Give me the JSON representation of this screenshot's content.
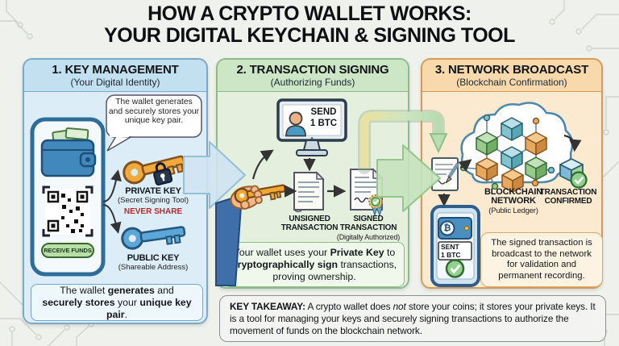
{
  "title": {
    "line1": "HOW A CRYPTO WALLET WORKS:",
    "line2": "YOUR DIGITAL KEYCHAIN & SIGNING TOOL"
  },
  "panel1": {
    "title": "1. KEY MANAGEMENT",
    "subtitle": "(Your Digital Identity)",
    "bubble": "The wallet generates and securely stores your unique key pair.",
    "receive_funds": "RECEIVE FUNDS",
    "private_key": {
      "label": "PRIVATE KEY",
      "sub": "(Secret Signing Tool)",
      "warning": "NEVER SHARE"
    },
    "public_key": {
      "label": "PUBLIC KEY",
      "sub": "(Shareable Address)"
    },
    "footer": {
      "t1": "The wallet ",
      "b1": "generates",
      "t2": " and ",
      "b2": "securely stores",
      "t3": " your ",
      "b3": "unique key pair",
      "t4": "."
    }
  },
  "panel2": {
    "title": "2. TRANSACTION SIGNING",
    "subtitle": "(Authorizing Funds)",
    "monitor": {
      "line1": "SEND",
      "line2": "1 BTC"
    },
    "unsigned": {
      "line1": "UNSIGNED",
      "line2": "TRANSACTION"
    },
    "signed": {
      "line1": "SIGNED",
      "line2": "TRANSACTION",
      "sub": "(Digitally Authorized)"
    },
    "footer": {
      "t1": "Your wallet uses your ",
      "b1": "Private Key",
      "t2": " to ",
      "b2": "cryptographically sign",
      "t3": " transactions, proving ownership."
    }
  },
  "panel3": {
    "title": "3. NETWORK BROADCAST",
    "subtitle": "(Blockchain Confirmation)",
    "network": {
      "line1": "BLOCKCHAIN",
      "line2": "NETWORK",
      "sub": "(Public Ledger)"
    },
    "confirmed": {
      "line1": "TRANSACTION",
      "line2": "CONFIRMED"
    },
    "phone": {
      "symbol": "₿",
      "sent1": "SENT",
      "sent2": "1 BTC"
    },
    "footer": "The signed transaction is broadcast to the network for validation and permanent recording."
  },
  "takeaway": {
    "b1": "KEY TAKEAWAY:",
    "t1": " A crypto wallet does ",
    "i1": "not",
    "t2": " store your coins; it stores your private keys. It is a tool for managing your keys and securely signing transactions to authorize the movement of funds on the blockchain network."
  },
  "colors": {
    "panel1_bg": "#dcedf8",
    "panel1_border": "#79aac8",
    "panel2_bg": "#e4efdd",
    "panel2_border": "#8cbc8a",
    "panel3_bg": "#fcead0",
    "panel3_border": "#d79a58",
    "private_key_gold": "#f0a830",
    "public_key_blue": "#5aa7d8",
    "warning_red": "#b52a2a",
    "confirm_green": "#8fd08f",
    "arrow_blue": "#cfe4f1",
    "arrow_green": "#c6e3bd"
  },
  "icons": {
    "phone": "smartphone-icon",
    "wallet": "wallet-icon",
    "qr": "qr-code-icon",
    "private_key": "gold-key-lock-icon",
    "public_key": "blue-key-icon",
    "monitor": "computer-monitor-icon",
    "hand_key": "hand-holding-key-icon",
    "unsigned_doc": "scroll-document-icon",
    "signed_doc": "certified-document-icon",
    "cloud": "blockchain-cloud-icon",
    "cube_check": "confirmed-block-icon",
    "doc_pen": "signing-note-icon",
    "phone_btc": "btc-phone-icon"
  }
}
